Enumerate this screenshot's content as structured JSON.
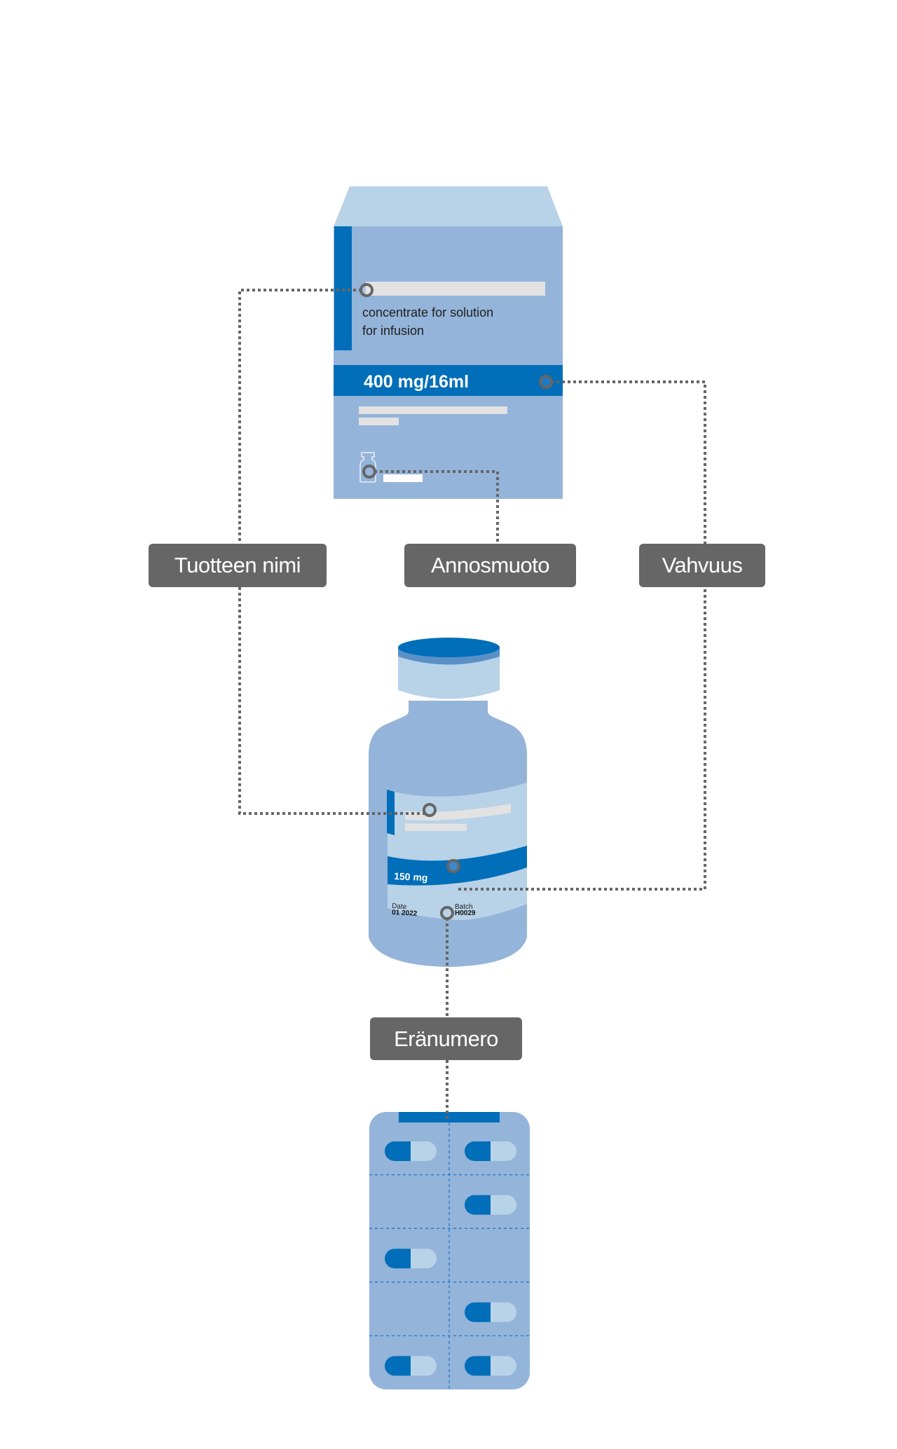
{
  "colors": {
    "light_blue": "#b8d2e8",
    "mid_blue": "#94b4da",
    "dark_blue": "#006eb8",
    "cap_band": "#5a90c8",
    "placeholder_bar": "#e2e2e2",
    "connector_gray": "#666666",
    "label_bg": "#666666",
    "label_text": "#ffffff"
  },
  "carton": {
    "description_line1": "concentrate for solution",
    "description_line2": "for infusion",
    "strength": "400 mg/16ml"
  },
  "vial": {
    "strength": "150 mg",
    "date_label": "Date",
    "date_value": "01 2022",
    "batch_label": "Batch",
    "batch_value": "H0029"
  },
  "callouts": {
    "product_name": "Tuotteen nimi",
    "dosage_form": "Annosmuoto",
    "strength": "Vahvuus",
    "batch_number": "Eränumero"
  },
  "blister": {
    "columns": 2,
    "rows": 5,
    "capsules": [
      [
        true,
        true
      ],
      [
        false,
        true
      ],
      [
        true,
        false
      ],
      [
        false,
        true
      ],
      [
        true,
        true
      ]
    ]
  }
}
